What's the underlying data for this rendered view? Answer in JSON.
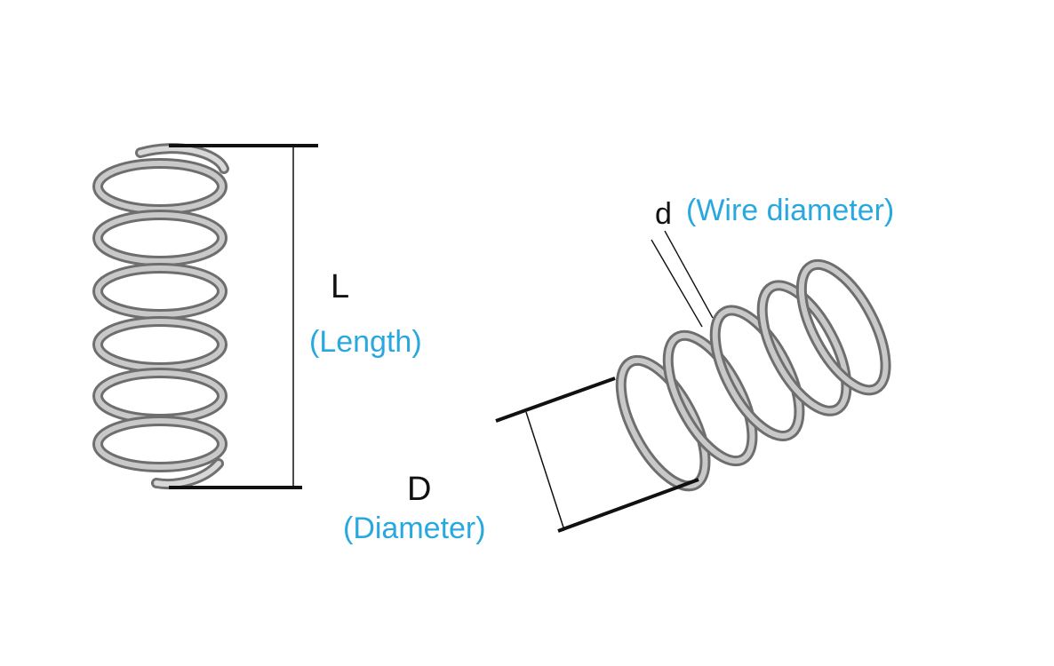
{
  "colors": {
    "background": "#ffffff",
    "dimension_line": "#111111",
    "label_symbol": "#111111",
    "label_description": "#29a8e0",
    "spring_outer": "#6e6e6e",
    "spring_inner": "#c9c9c9"
  },
  "labels": {
    "length_symbol": "L",
    "length_description": "(Length)",
    "diameter_symbol": "D",
    "diameter_description": "(Diameter)",
    "wire_symbol": "d",
    "wire_description": "(Wire diameter)"
  }
}
